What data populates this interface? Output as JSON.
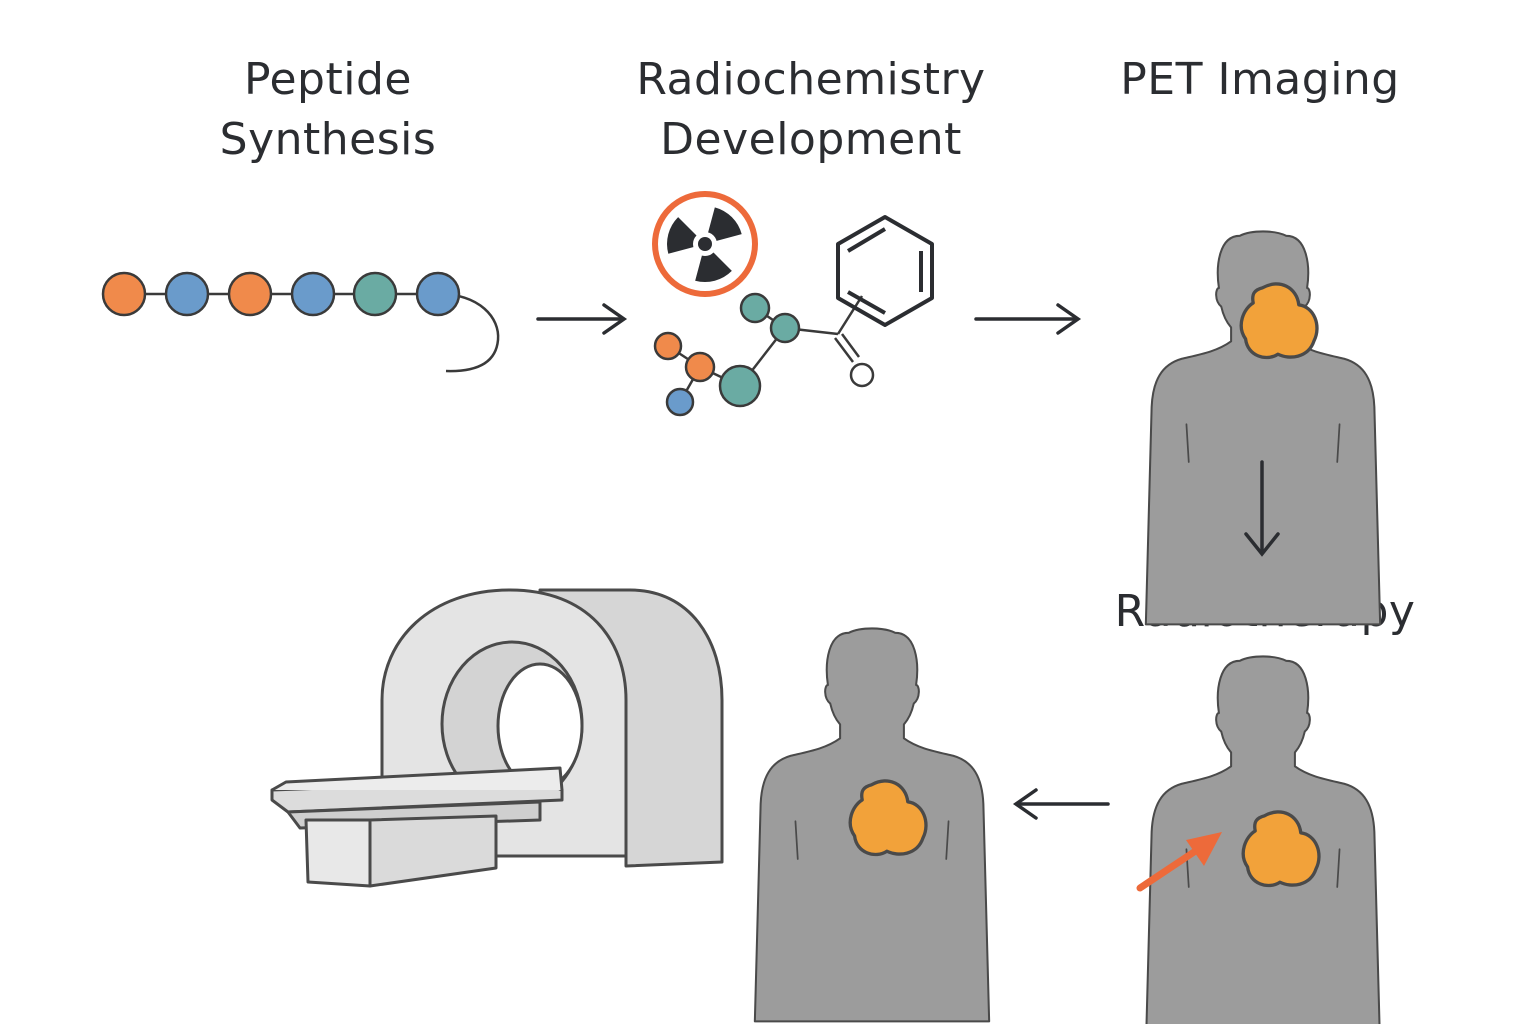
{
  "steps": {
    "peptide": {
      "line1": "Peptide",
      "line2": "Synthesis"
    },
    "radiochemistry": {
      "line1": "Radiochemistry",
      "line2": "Development"
    },
    "pet": {
      "label": "PET Imaging"
    },
    "radiotherapy": {
      "label": "Radiotherapy"
    }
  },
  "colors": {
    "orange": "#f08a4b",
    "blue": "#6a9bcb",
    "teal": "#6aaba3",
    "body": "#9c9c9c",
    "outline": "#4a4a4a",
    "tumor": "#f2a23a",
    "hazard": "#ed6a3a",
    "scanner": "#e2e2e2",
    "ink": "#2b2d31"
  },
  "icons": [
    "peptide-chain-icon",
    "radiation-hazard-icon",
    "molecule-icon",
    "benzene-ring-icon",
    "human-torso-icon",
    "tumor-icon",
    "beam-arrow-icon",
    "scanner-icon",
    "flow-arrow-icon"
  ]
}
